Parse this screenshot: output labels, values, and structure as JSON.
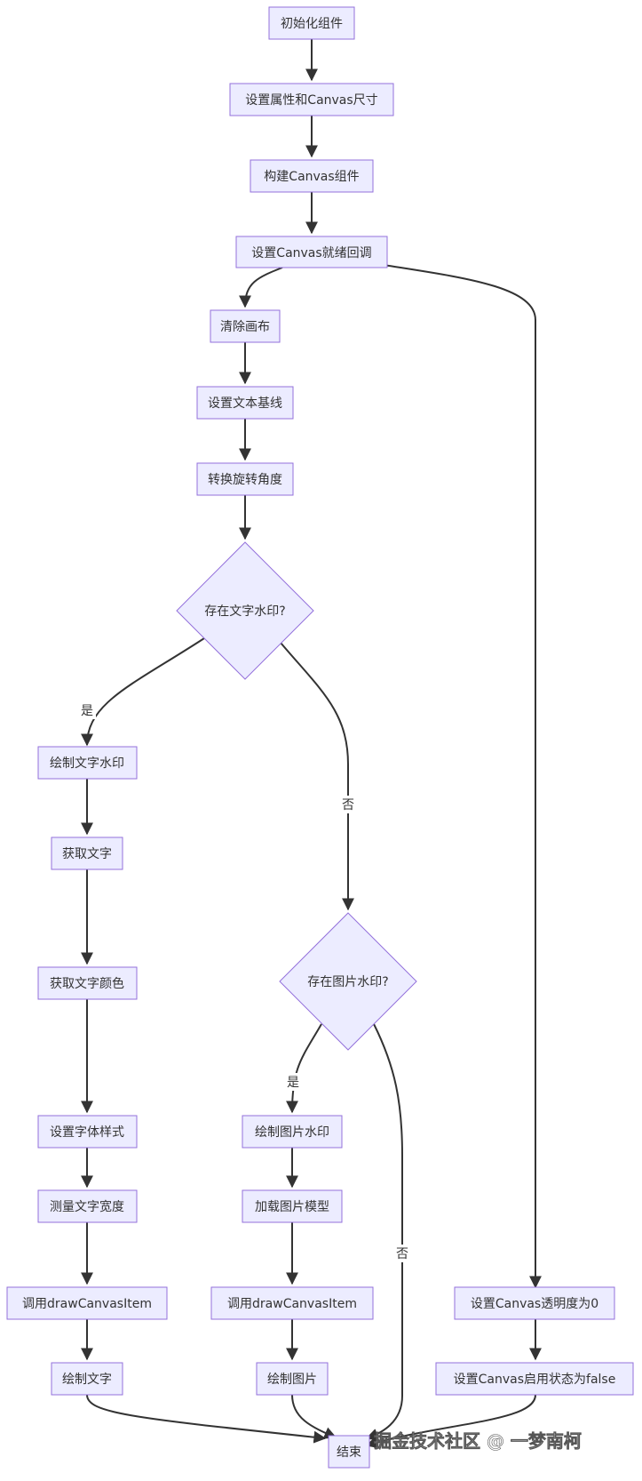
{
  "nodes": {
    "init": "初始化组件",
    "set_props": "设置属性和Canvas尺寸",
    "build_canvas": "构建Canvas组件",
    "ready_cb": "设置Canvas就绪回调",
    "clear": "清除画布",
    "baseline": "设置文本基线",
    "rotate": "转换旋转角度",
    "has_text": "存在文字水印?",
    "draw_text_wm": "绘制文字水印",
    "get_text": "获取文字",
    "get_color": "获取文字颜色",
    "font_style": "设置字体样式",
    "measure": "测量文字宽度",
    "call_draw_1": "调用drawCanvasItem",
    "draw_text": "绘制文字",
    "has_image": "存在图片水印?",
    "draw_img_wm": "绘制图片水印",
    "load_img": "加载图片模型",
    "call_draw_2": "调用drawCanvasItem",
    "draw_img": "绘制图片",
    "opacity": "设置Canvas透明度为0",
    "disable": "设置Canvas启用状态为false",
    "end": "结束"
  },
  "edge_labels": {
    "text_yes": "是",
    "text_no": "否",
    "img_yes": "是",
    "img_no": "否"
  },
  "watermark": "掘金技术社区 @ 一梦南柯",
  "colors": {
    "node_fill": "#ECECFF",
    "node_stroke": "#9370DB",
    "edge": "#333333"
  }
}
